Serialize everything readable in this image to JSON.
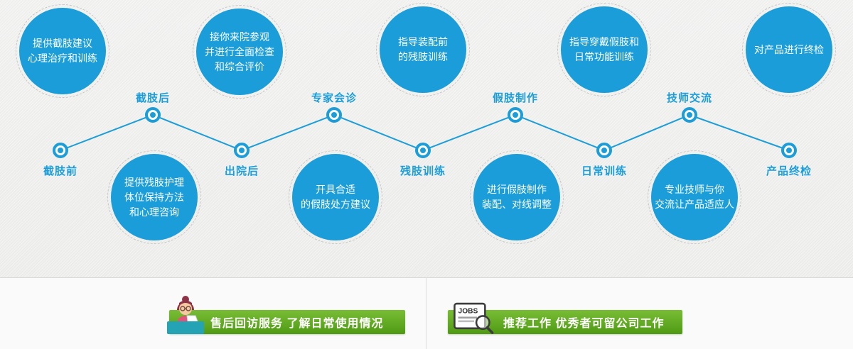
{
  "diagram_title": "prosthetic-service-process-timeline",
  "colors": {
    "primary_blue": "#1b9dd9",
    "label_blue": "#1b9dd9",
    "banner_green_top": "#79bd35",
    "banner_green_bottom": "#4f9a14",
    "background_gray": "#f0f0ef"
  },
  "timeline": {
    "stages": [
      {
        "label": "截肢前",
        "bubble": "提供截肢建议\n心理治疗和训练",
        "node": "low",
        "bubble_row": "top"
      },
      {
        "label": "截肢后",
        "bubble": "提供残肢护理\n体位保持方法\n和心理咨询",
        "node": "high",
        "bubble_row": "bottom"
      },
      {
        "label": "出院后",
        "bubble": "接你来院参观\n并进行全面检查\n和综合评价",
        "node": "low",
        "bubble_row": "top"
      },
      {
        "label": "专家会诊",
        "bubble": "开具合适\n的假肢处方建议",
        "node": "high",
        "bubble_row": "bottom"
      },
      {
        "label": "残肢训练",
        "bubble": "指导装配前\n的残肢训练",
        "node": "low",
        "bubble_row": "top"
      },
      {
        "label": "假肢制作",
        "bubble": "进行假肢制作\n装配、对线调整",
        "node": "high",
        "bubble_row": "bottom"
      },
      {
        "label": "日常训练",
        "bubble": "指导穿戴假肢和\n日常功能训练",
        "node": "low",
        "bubble_row": "top"
      },
      {
        "label": "技师交流",
        "bubble": "专业技师与你\n交流让产品适应人",
        "node": "high",
        "bubble_row": "bottom"
      },
      {
        "label": "产品终检",
        "bubble": "对产品进行终检",
        "node": "low",
        "bubble_row": "top"
      }
    ]
  },
  "banners": {
    "after_sales": {
      "label": "售后回访服务 了解日常使用情况",
      "icon": "receptionist-icon"
    },
    "jobs": {
      "label": "推荐工作 优秀者可留公司工作",
      "icon": "jobs-newspaper-icon",
      "icon_text": "JOBS"
    }
  }
}
